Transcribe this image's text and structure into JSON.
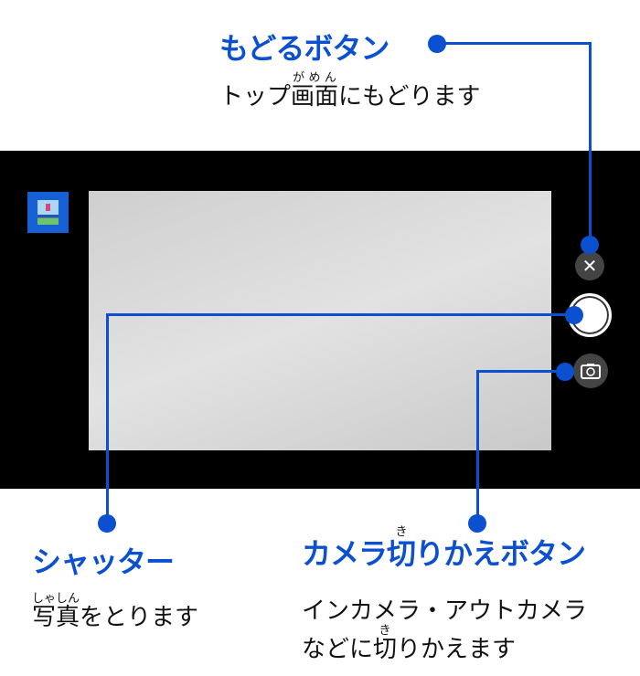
{
  "callouts": {
    "back": {
      "title": "もどるボタン",
      "desc_pre": "トップ",
      "desc_ruby_base": "画面",
      "desc_ruby": "がめん",
      "desc_post": "にもどります"
    },
    "shutter": {
      "title": "シャッター",
      "desc_ruby_base": "写真",
      "desc_ruby": "しゃしん",
      "desc_post": "をとります"
    },
    "switch": {
      "title_pre": "カメラ",
      "title_ruby_base": "切",
      "title_ruby": "き",
      "title_post": "りかえボタン",
      "desc_line1": "インカメラ・アウトカメラ",
      "desc2_pre": "などに",
      "desc2_ruby_base": "切",
      "desc2_ruby": "き",
      "desc2_post": "りかえます"
    }
  },
  "camera": {
    "close_symbol": "✕"
  },
  "colors": {
    "accent": "#0a50d0",
    "band": "#000000"
  }
}
